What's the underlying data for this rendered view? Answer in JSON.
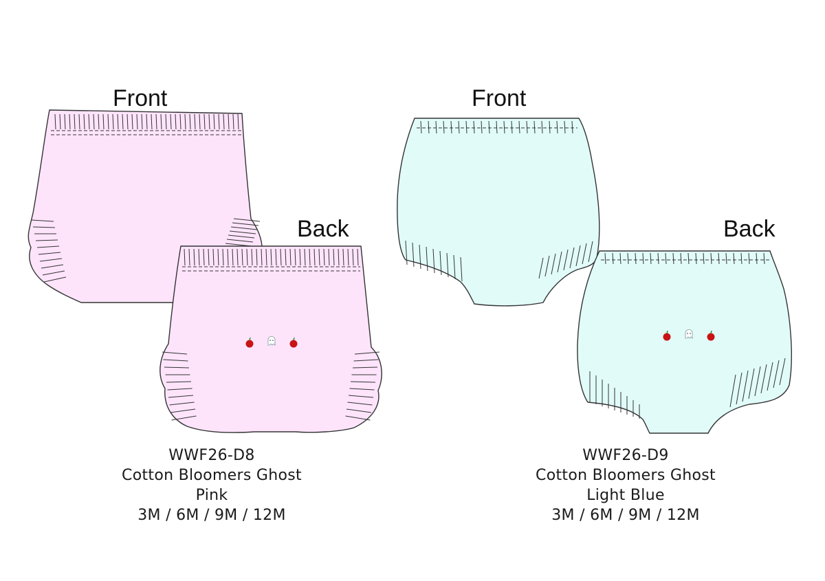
{
  "products": [
    {
      "color_hex": "#fde4fb",
      "front_label": "Front",
      "back_label": "Back",
      "sku": "WWF26-D8",
      "name": "Cotton Bloomers Ghost",
      "color_name": "Pink",
      "sizes": "3M / 6M / 9M / 12M",
      "embroidery_icons": [
        "apple-icon",
        "ghost-icon",
        "apple-icon"
      ]
    },
    {
      "color_hex": "#e1fbf9",
      "front_label": "Front",
      "back_label": "Back",
      "sku": "WWF26-D9",
      "name": "Cotton Bloomers Ghost",
      "color_name": "Light Blue",
      "sizes": "3M / 6M / 9M / 12M",
      "embroidery_icons": [
        "apple-icon",
        "ghost-icon",
        "apple-icon"
      ]
    }
  ],
  "colors": {
    "outline": "#333333",
    "apple": "#c81414",
    "leaf": "#2f8a2f"
  }
}
